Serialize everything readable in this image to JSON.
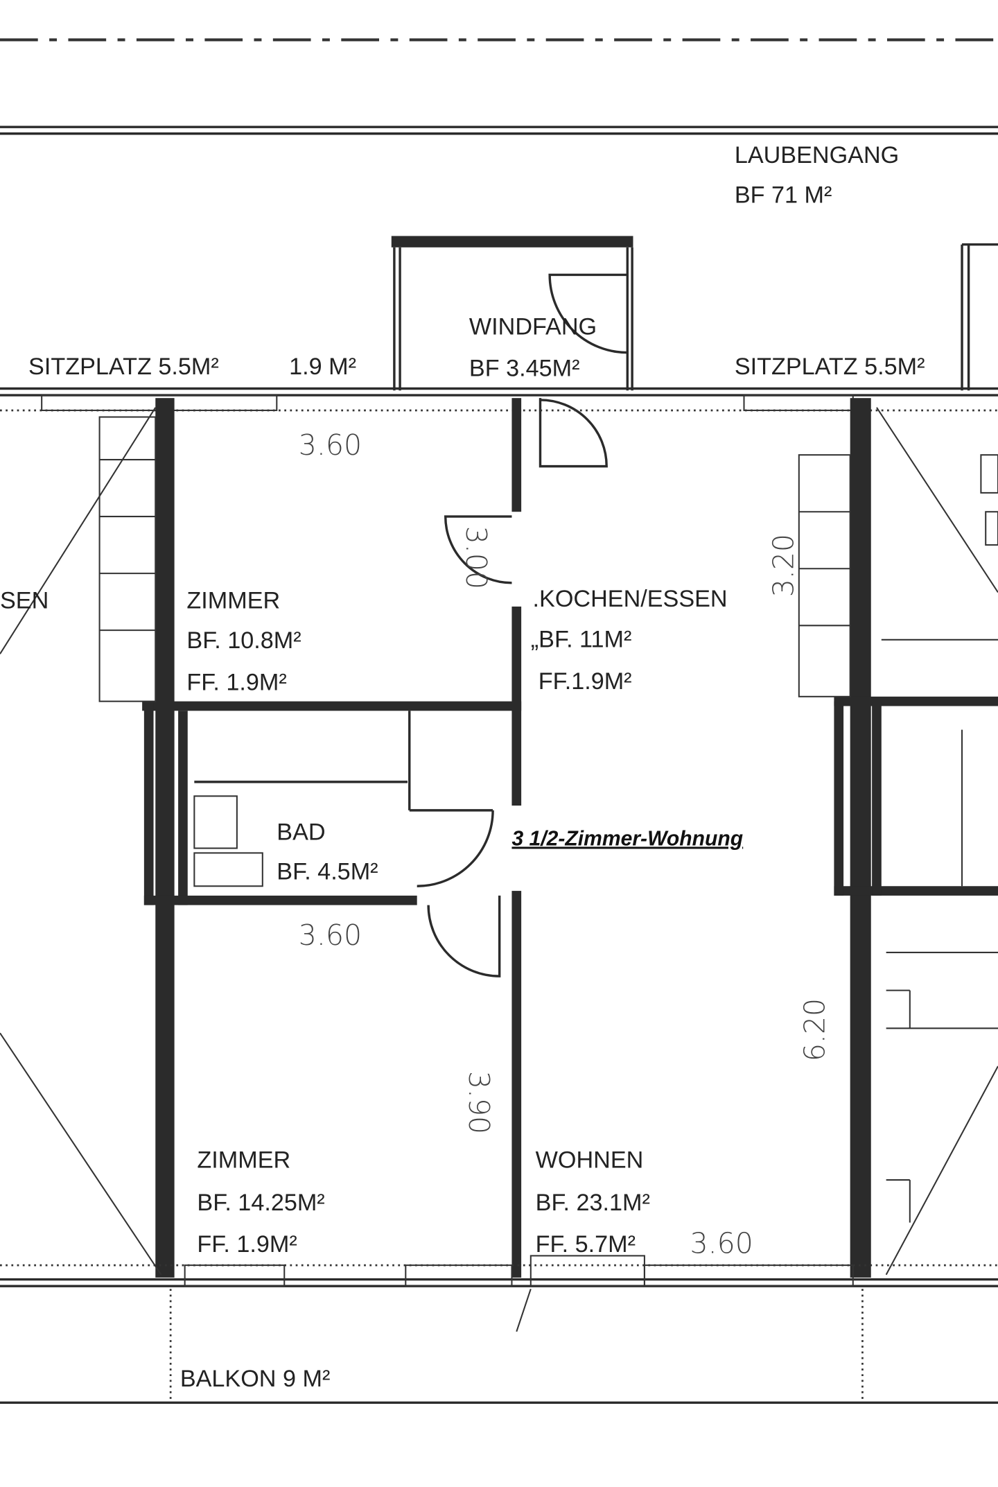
{
  "plan_title": "3 1/2-Zimmer-Wohnung",
  "rooms": {
    "laubengang": {
      "name": "LAUBENGANG",
      "area": "BF 71 M²"
    },
    "windfang": {
      "name": "WINDFANG",
      "area": "BF 3.45M²"
    },
    "sitzplatz_left": {
      "label": "SITZPLATZ 5.5M²",
      "extra": "1.9 M²"
    },
    "sitzplatz_right": {
      "label": "SITZPLATZ 5.5M²"
    },
    "essen_left_partial": {
      "name": "SEN"
    },
    "zimmer_top": {
      "name": "ZIMMER",
      "bf": "BF. 10.8M²",
      "ff": "FF. 1.9M²"
    },
    "kochen_essen": {
      "name": ".KOCHEN/ESSEN",
      "bf": "„BF. 11M²",
      "ff": "FF.1.9M²"
    },
    "bad": {
      "name": "BAD",
      "bf": "BF. 4.5M²"
    },
    "zimmer_bottom": {
      "name": "ZIMMER",
      "bf": "BF. 14.25M²",
      "ff": "FF. 1.9M²"
    },
    "wohnen": {
      "name": "WOHNEN",
      "bf": "BF. 23.1M²",
      "ff": "FF. 5.7M²"
    },
    "balkon": {
      "name": "BALKON 9 M²"
    }
  },
  "dimensions": {
    "zimmer_top_width": "3.60",
    "zimmer_top_depth": "3.00",
    "kochen_depth": "3.20",
    "zimmer_bottom_width": "3.60",
    "zimmer_bottom_depth": "3.90",
    "wohnen_depth": "6.20",
    "wohnen_width": "3.60"
  }
}
